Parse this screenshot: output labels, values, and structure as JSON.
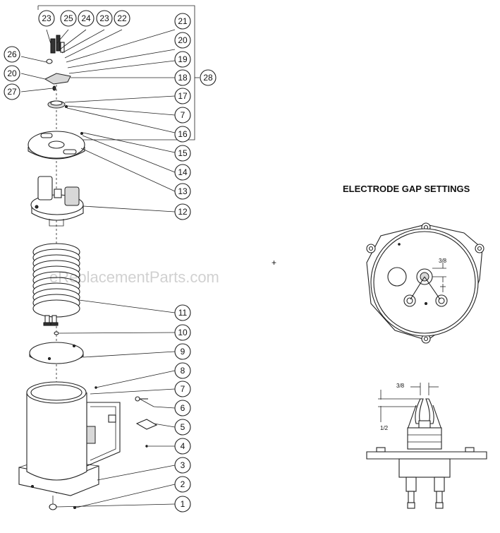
{
  "diagram": {
    "gap_title": "ELECTRODE GAP SETTINGS",
    "dim_top_view": "3/8",
    "dim_side_width": "3/8",
    "dim_side_height": "1/2",
    "watermark": "eReplacementParts.com",
    "callouts": [
      "23",
      "25",
      "24",
      "23",
      "22",
      "21",
      "20",
      "26",
      "19",
      "20",
      "18",
      "28",
      "27",
      "17",
      "7",
      "16",
      "15",
      "14",
      "13",
      "12",
      "11",
      "10",
      "9",
      "8",
      "7",
      "6",
      "5",
      "4",
      "3",
      "2",
      "1"
    ]
  }
}
